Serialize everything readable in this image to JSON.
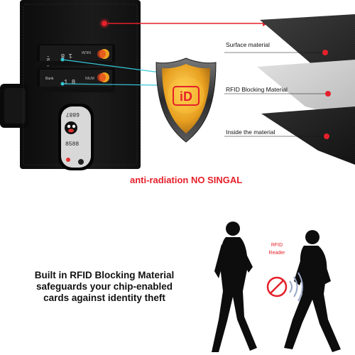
{
  "layers": {
    "surface": "Surface material",
    "blocking": "RFID Blocking Material",
    "inside": "Inside the material"
  },
  "shield_glyph": "iD",
  "warning_text": "anti-radiation NO SINGAL",
  "caption": {
    "line1": "Built in RFID Blocking Material",
    "line2": "safeguards your chip-enabled",
    "line3": "cards against identity theft"
  },
  "rfid_reader": {
    "line1": "RFID",
    "line2": "Reader"
  },
  "colors": {
    "accent_red": "#e5202a",
    "connector_cyan": "#36c8d8",
    "shield_gold": "#e8a020",
    "wallet_black": "#141414"
  },
  "icons": [
    "shield-icon",
    "no-signal-icon",
    "signal-waves-icon"
  ]
}
